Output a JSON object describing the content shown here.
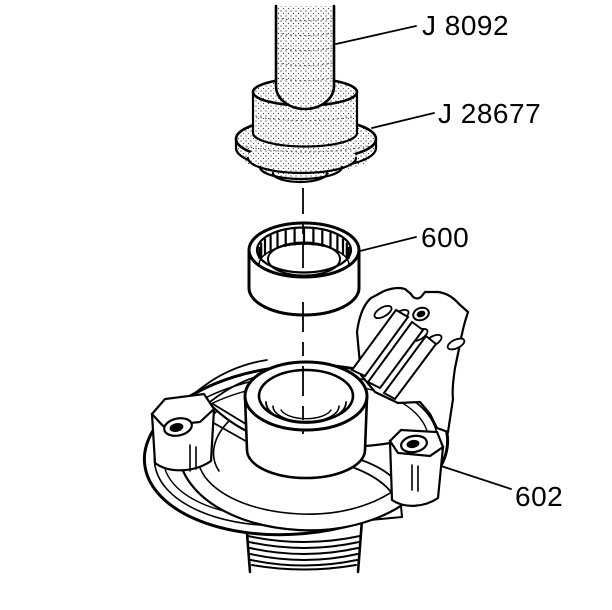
{
  "figure": {
    "type": "exploded-assembly-diagram",
    "background_color": "#ffffff",
    "line_color": "#000000",
    "callouts": [
      {
        "id": "j8092",
        "label": "J 8092"
      },
      {
        "id": "j28677",
        "label": "J 28677"
      },
      {
        "id": "600",
        "label": "600"
      },
      {
        "id": "602",
        "label": "602"
      }
    ]
  }
}
